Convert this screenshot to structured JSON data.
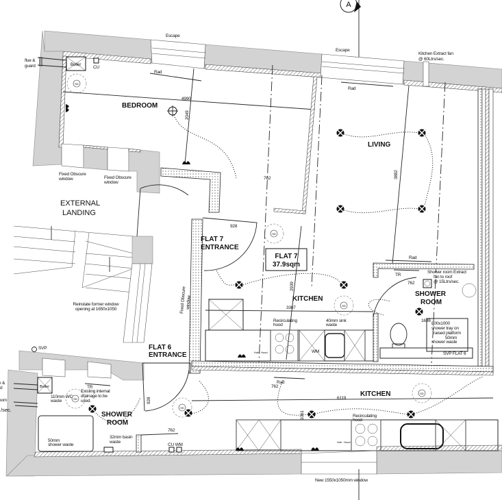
{
  "section_marker": "A",
  "rooms": {
    "bedroom": "BEDROOM",
    "living": "LIVING",
    "external_landing_1": "EXTERNAL",
    "external_landing_2": "LANDING",
    "flat7_entrance_1": "FLAT 7",
    "flat7_entrance_2": "ENTRANCE",
    "flat7_area_1": "FLAT 7",
    "flat7_area_2": "37.9sqm",
    "flat7_kitchen": "KITCHEN",
    "flat7_shower_1": "SHOWER",
    "flat7_shower_2": "ROOM",
    "flat6_entrance_1": "FLAT 6",
    "flat6_entrance_2": "ENTRANCE",
    "flat6_shower_1": "SHOWER",
    "flat6_shower_2": "ROOM",
    "flat6_kitchen": "KITCHEN"
  },
  "notes": {
    "escape": "Escape",
    "kitchen_fan_1": "Kitchen Extract fan",
    "kitchen_fan_2": "@ 60Ltrs/sec.",
    "flue_1": "flue &",
    "flue_2": "guard",
    "boiler": "Boiler",
    "cu": "CU",
    "rad": "Rad",
    "fixed_obscure_1": "Fixed Obscure",
    "fixed_obscure_2": "window",
    "reinstate_1": "Reinstate former window",
    "reinstate_2": "opening  at 1650x1050",
    "svp": "SVP",
    "tr": "TR",
    "recirc_1": "Recirculating",
    "recirc_2": "hood",
    "sink_1": "40mm sink",
    "sink_2": "waste",
    "hob": "Hob",
    "hood": "Hood",
    "wm": "WM",
    "shower_fan_1": "Shower room Extract",
    "shower_fan_2": "fan to roof",
    "shower_fan_3": "@ 15Ltrs/sec.",
    "tray_1": "800x1000",
    "tray_2": "shower tray on",
    "tray_3": "raised platform",
    "tray_4": "50mm",
    "tray_5": "shower waste",
    "svp_flat6": "SVP FLAT 6",
    "wc_waste_1": "110mm WC",
    "wc_waste_2": "waste",
    "drainage_1": "Existing internal",
    "drainage_2": "drainage to be",
    "drainage_3": "used.",
    "shower_waste_1": "50mm",
    "shower_waste_2": "shower waste",
    "basin_1": "32mm basin",
    "basin_2": "waste",
    "cu_wm": "CU WM",
    "new_window": "New 1550x1050mm window",
    "cut_1": "e &",
    "cut_2": "rd",
    "cut_3": "oom",
    "cut_4": "/sec."
  },
  "dimensions": {
    "bedroom_width": "4990",
    "bedroom_depth": "2049",
    "living_depth": "3882",
    "door": "762",
    "entrance_width": "928",
    "kitchen7_width": "3307",
    "kitchen7_depth": "2939",
    "shower7_depth": "1698",
    "kitchen6_width": "6119",
    "kitchen6_depth": "1061"
  },
  "colors": {
    "wall_fill": "#d3d3d3",
    "line": "#222222"
  }
}
